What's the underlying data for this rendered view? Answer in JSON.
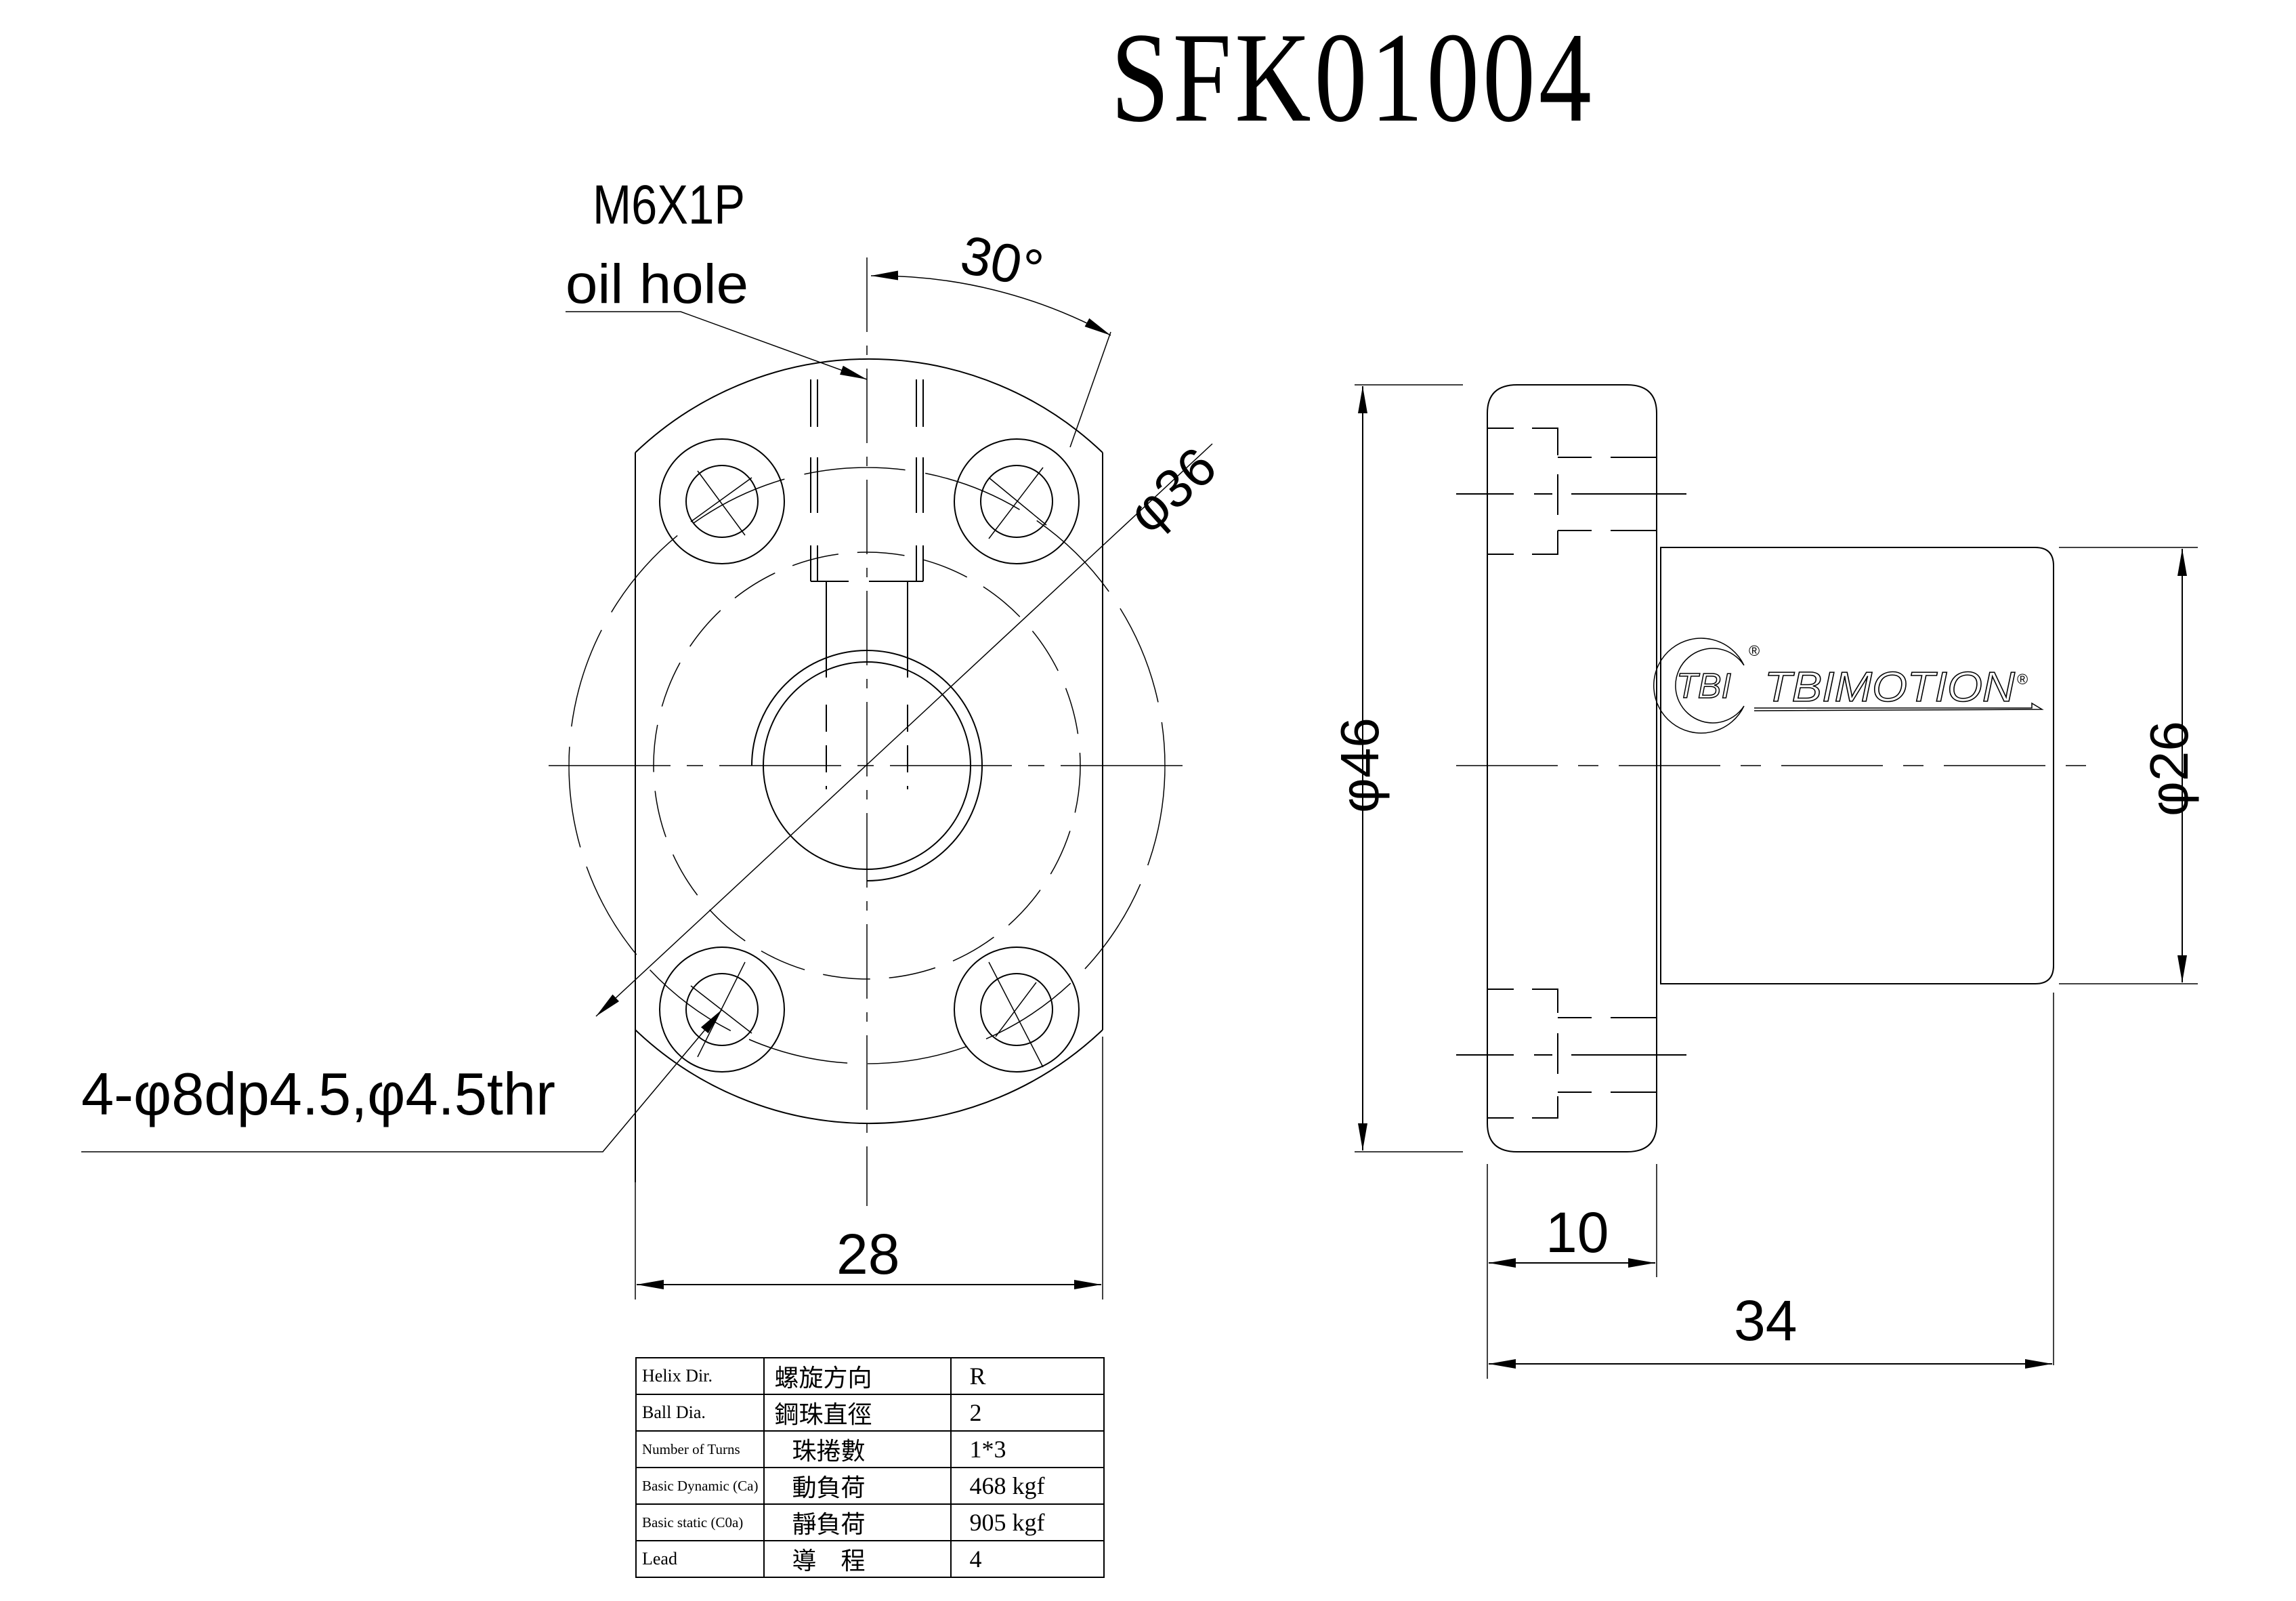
{
  "title": "SFK01004",
  "front_view": {
    "oil_hole_label_line1": "M6X1P",
    "oil_hole_label_line2": "oil hole",
    "angle_label": "30°",
    "pcd_label": "φ36",
    "hole_callout": "4-φ8dp4.5,φ4.5thr",
    "width_dim": "28"
  },
  "side_view": {
    "flange_dia": "φ46",
    "body_dia": "φ26",
    "flange_thickness": "10",
    "total_length": "34",
    "logo": {
      "emblem_text": "TBI",
      "brand_text": "TBIMOTION",
      "registered_mark": "®"
    }
  },
  "spec_table": {
    "rows": [
      {
        "en": "Helix  Dir.",
        "zh": "螺旋方向",
        "value": "R"
      },
      {
        "en": "Ball Dia.",
        "zh": "鋼珠直徑",
        "value": "2"
      },
      {
        "en": "Number of Turns",
        "zh": "珠捲數",
        "value": "1*3"
      },
      {
        "en": "Basic Dynamic (Ca)",
        "zh": "動負荷",
        "value": "468  kgf"
      },
      {
        "en": "Basic static (C0a)",
        "zh": "靜負荷",
        "value": "905  kgf"
      },
      {
        "en": "Lead",
        "zh": "導　程",
        "value": "4"
      }
    ]
  }
}
